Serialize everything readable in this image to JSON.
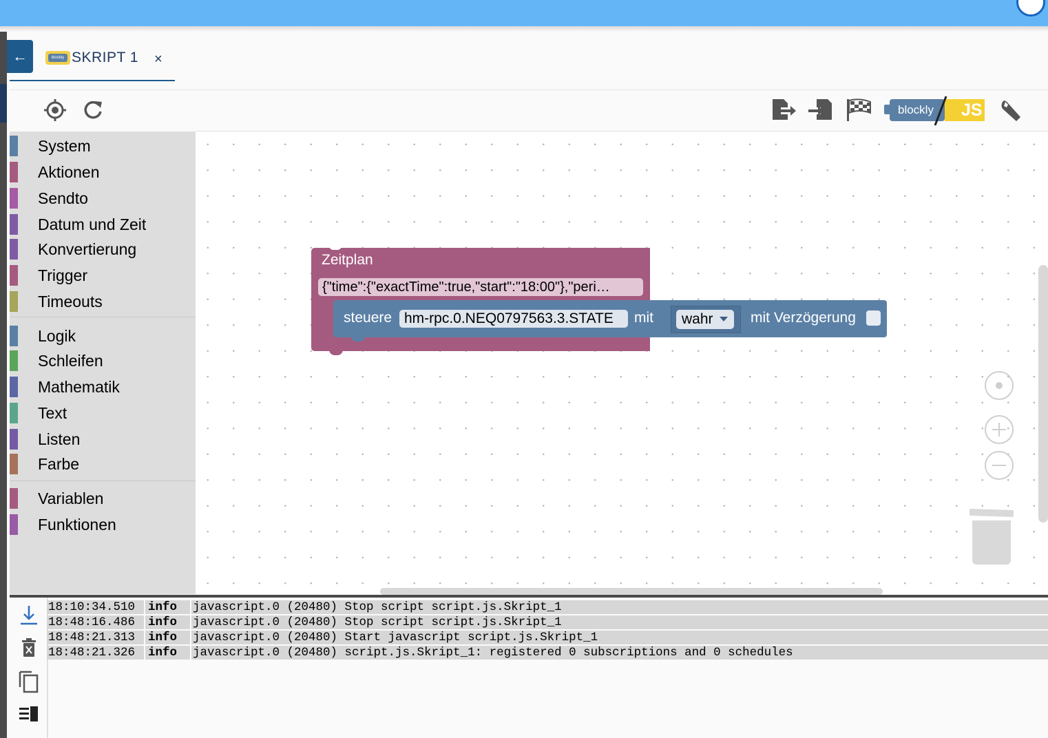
{
  "tab": {
    "title": "SKRIPT 1",
    "close_label": "×",
    "logo_text": "blockly"
  },
  "toolbar": {
    "icons": [
      "target-icon",
      "refresh-icon",
      "export-icon",
      "import-icon",
      "checkered-flag-icon",
      "blockly-js-toggle",
      "wrench-icon"
    ],
    "blockly_label": "blockly",
    "js_label": "JS"
  },
  "palette": {
    "groups": [
      [
        {
          "label": "System",
          "color": "#5b80a5"
        },
        {
          "label": "Aktionen",
          "color": "#a55b80"
        },
        {
          "label": "Sendto",
          "color": "#a55ba5"
        },
        {
          "label": "Datum und Zeit",
          "color": "#805ba5"
        },
        {
          "label": "Konvertierung",
          "color": "#805ba5"
        },
        {
          "label": "Trigger",
          "color": "#a55b80"
        },
        {
          "label": "Timeouts",
          "color": "#a5a55b"
        }
      ],
      [
        {
          "label": "Logik",
          "color": "#5b80a5"
        },
        {
          "label": "Schleifen",
          "color": "#5ba55b"
        },
        {
          "label": "Mathematik",
          "color": "#5b67a5"
        },
        {
          "label": "Text",
          "color": "#5ba58c"
        },
        {
          "label": "Listen",
          "color": "#745ba5"
        },
        {
          "label": "Farbe",
          "color": "#a5745b"
        }
      ],
      [
        {
          "label": "Variablen",
          "color": "#a55b80"
        },
        {
          "label": "Funktionen",
          "color": "#995ba5"
        }
      ]
    ]
  },
  "blocks": {
    "zeitplan": {
      "title": "Zeitplan",
      "value": "{\"time\":{\"exactTime\":true,\"start\":\"18:00\"},\"peri…",
      "color": "#a55b80"
    },
    "steuere": {
      "label": "steuere",
      "state": "hm-rpc.0.NEQ0797563.3.STATE",
      "mit": "mit",
      "value": "wahr",
      "delay_label": "mit Verzögerung",
      "color": "#5b80a5"
    }
  },
  "log": {
    "icons": [
      "download-icon",
      "trash-icon",
      "copy-icon",
      "list-icon"
    ],
    "rows": [
      {
        "time": "18:10:34.510",
        "severity": "info",
        "message": "javascript.0 (20480) Stop script script.js.Skript_1"
      },
      {
        "time": "18:48:16.486",
        "severity": "info",
        "message": "javascript.0 (20480) Stop script script.js.Skript_1"
      },
      {
        "time": "18:48:21.313",
        "severity": "info",
        "message": "javascript.0 (20480) Start javascript script.js.Skript_1"
      },
      {
        "time": "18:48:21.326",
        "severity": "info",
        "message": "javascript.0 (20480) script.js.Skript_1: registered 0 subscriptions and 0 schedules"
      }
    ]
  }
}
